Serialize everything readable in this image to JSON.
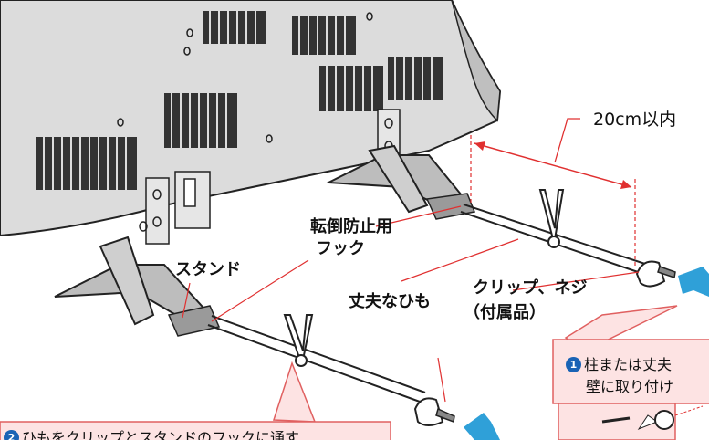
{
  "labels": {
    "dimension": "20cm以内",
    "hook_line1": "転倒防止用",
    "hook_line2": "フック",
    "stand": "スタンド",
    "cord": "丈夫なひも",
    "clip_screw": "クリップ、ネジ",
    "supplied": "（付属品）"
  },
  "callouts": {
    "step1": {
      "number": "1",
      "line1": "柱または丈夫",
      "line2": "壁に取り付け"
    },
    "step2": {
      "number": "2",
      "text": "ひもをクリップとスタンドのフックに通す"
    }
  },
  "colors": {
    "accent_blue": "#2fa0d8",
    "callout_fill": "#fde3e3",
    "callout_border": "#e06060",
    "dimension_line": "#e03030",
    "step_badge": "#1a63b5",
    "tv_body": "#d8d8d8"
  },
  "icons": [
    "arrow-right-icon",
    "screw-icon",
    "clip-icon",
    "hook-icon"
  ]
}
